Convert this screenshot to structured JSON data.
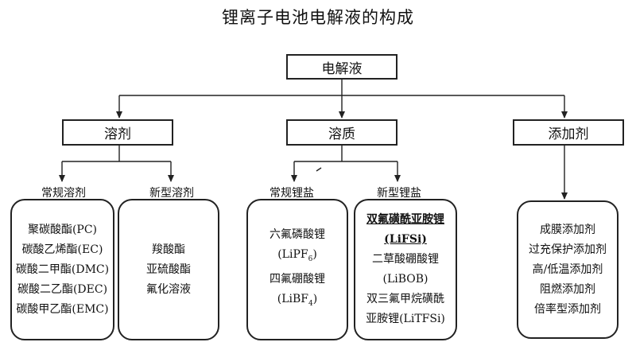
{
  "title": "锂离子电池电解液的构成",
  "root": "电解液",
  "categories": {
    "solvent": "溶剂",
    "solute": "溶质",
    "additive": "添加剂"
  },
  "captions": {
    "conventional_solvent": "常规溶剂",
    "new_solvent": "新型溶剂",
    "conventional_salt": "常规锂盐",
    "new_salt": "新型锂盐"
  },
  "conventional_solvents": [
    "聚碳酸酯(PC)",
    "碳酸乙烯酯(EC)",
    "碳酸二甲酯(DMC)",
    "碳酸二乙酯(DEC)",
    "碳酸甲乙酯(EMC)"
  ],
  "new_solvents": [
    "羧酸酯",
    "亚硫酸酯",
    "氟化溶液"
  ],
  "conventional_salts": {
    "lipf6_name": "六氟磷酸锂",
    "lipf6_formula_main": "(LiPF",
    "lipf6_formula_sub": "6",
    "lipf6_formula_end": ")",
    "libf4_name": "四氟硼酸锂",
    "libf4_formula_main": "(LiBF",
    "libf4_formula_sub": "4",
    "libf4_formula_end": ")"
  },
  "new_salts": {
    "lifsi_name": "双氟磺酰亚胺锂",
    "lifsi_abbr": "(LiFSi)",
    "libob_name": "二草酸硼酸锂",
    "libob_abbr": "(LiBOB)",
    "litfsi_name_1": "双三氟甲烷磺酰",
    "litfsi_name_2": "亚胺锂(LiTFSi)"
  },
  "additives": [
    "成膜添加剂",
    "过充保护添加剂",
    "高/低温添加剂",
    "阻燃添加剂",
    "倍率型添加剂"
  ]
}
